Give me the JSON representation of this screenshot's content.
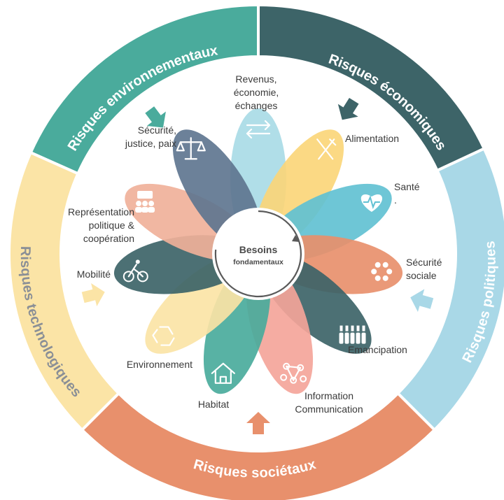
{
  "center": {
    "title": "Besoins",
    "subtitle": "fondamentaux"
  },
  "risks": [
    {
      "label": "Risques environnementaux",
      "color": "#4aab9c"
    },
    {
      "label": "Risques économiques",
      "color": "#3d6468"
    },
    {
      "label": "Risques politiques",
      "color": "#a9d8e7"
    },
    {
      "label": "Risques sociétaux",
      "color": "#e8906c"
    },
    {
      "label": "Risques technologiques",
      "color": "#fbe4a6"
    }
  ],
  "needs": [
    {
      "lines": [
        "Revenus,",
        "économie,",
        "échanges"
      ],
      "color": "#a9dbe6",
      "icon": "exchange-arrows-icon"
    },
    {
      "lines": [
        "Alimentation"
      ],
      "color": "#fbd67a",
      "icon": "fork-knife-icon"
    },
    {
      "lines": [
        "Santé",
        "."
      ],
      "color": "#62c1d3",
      "icon": "heart-pulse-icon"
    },
    {
      "lines": [
        "Sécurité",
        "sociale"
      ],
      "color": "#e8906c",
      "icon": "hands-circle-icon"
    },
    {
      "lines": [
        "Emancipation"
      ],
      "color": "#3d6468",
      "icon": "raised-hands-group-icon"
    },
    {
      "lines": [
        "Information",
        "Communication"
      ],
      "color": "#f4a59a",
      "icon": "network-nodes-icon"
    },
    {
      "lines": [
        "Habitat"
      ],
      "color": "#4aab9c",
      "icon": "house-icon"
    },
    {
      "lines": [
        "Environnement"
      ],
      "color": "#fbe4a6",
      "icon": "recycle-icon"
    },
    {
      "lines": [
        "Mobilité"
      ],
      "color": "#3d6468",
      "icon": "cyclist-icon"
    },
    {
      "lines": [
        "Représentation",
        "politique &",
        "coopération"
      ],
      "color": "#f0b19a",
      "icon": "meeting-icon"
    },
    {
      "lines": [
        "Sécurité,",
        "justice, paix"
      ],
      "color": "#5f7690",
      "icon": "scales-icon"
    }
  ]
}
